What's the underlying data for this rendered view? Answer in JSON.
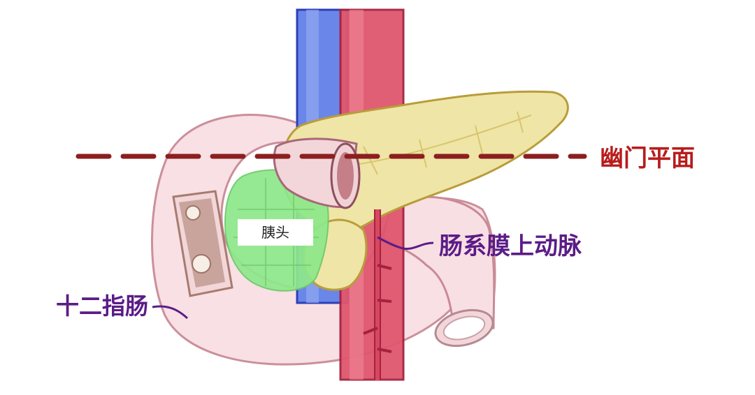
{
  "labels": {
    "pyloric_plane": "幽门平面",
    "superior_mesenteric_artery": "肠系膜上动脉",
    "pancreatic_head": "胰头",
    "duodenum": "十二指肠"
  },
  "colors": {
    "pyloric_plane": "#b81c1c",
    "callout_text": "#5b1c87",
    "vena_cava": "#6a86e8",
    "aorta": "#e0576e",
    "pancreas": "#efe5a6",
    "pancreatic_head": "#8ee88a",
    "duodenum": "#f8dfe3"
  }
}
